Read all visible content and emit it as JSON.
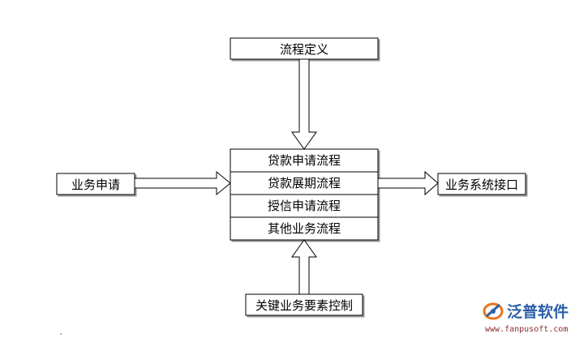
{
  "diagram": {
    "top_box": "流程定义",
    "center_rows": [
      "贷款申请流程",
      "贷款展期流程",
      "授信申请流程",
      "其他业务流程"
    ],
    "left_box": "业务申请",
    "right_box": "业务系统接口",
    "bottom_box": "关键业务要素控制"
  },
  "watermark": {
    "brand": "泛普软件",
    "url": "www.fanpusoft.com"
  },
  "colors": {
    "line": "#000000",
    "logo_blue": "#2c5fa8",
    "logo_orange": "#e9731e",
    "url": "#8a2b2b"
  }
}
